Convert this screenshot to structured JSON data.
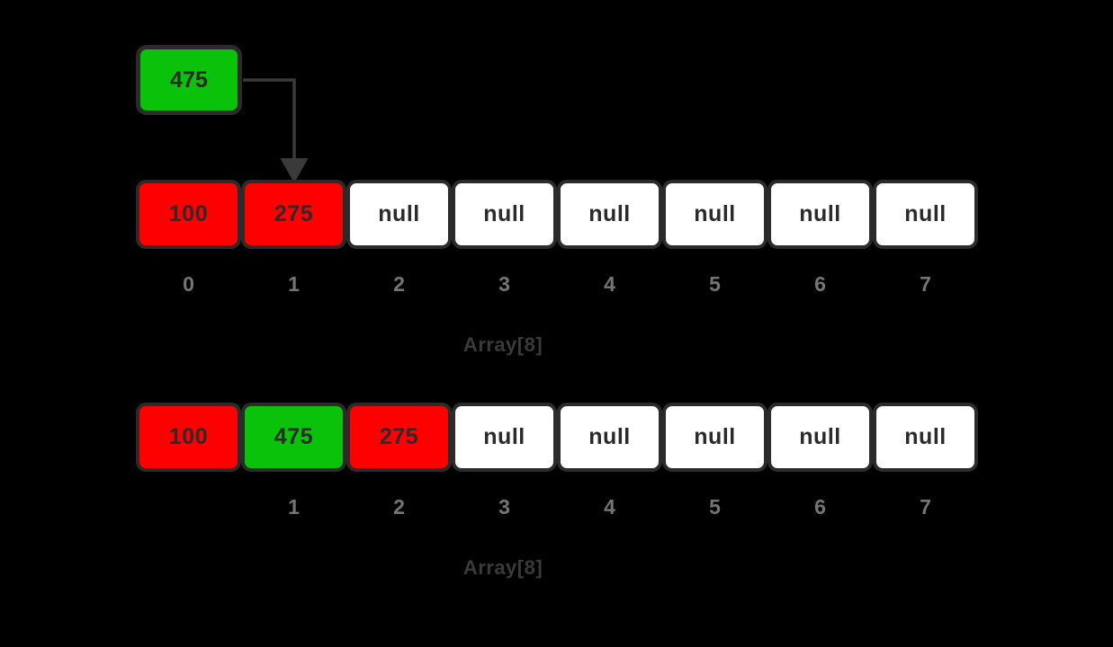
{
  "diagram": {
    "title": "Array insertion with shift",
    "background_color": "#000000",
    "colors": {
      "filled": "#ff0000",
      "inserted": "#0ac20a",
      "empty": "#ffffff",
      "border": "#2b2b2b",
      "index_label": "#757575",
      "caption": "#3a3a3a",
      "connector": "#3a3a3a"
    }
  },
  "source_node": {
    "label": "475",
    "color": "#0ac20a",
    "name": "insert-value-node"
  },
  "connector": {
    "name": "insertion-arrow",
    "from": "source-node",
    "to": "array-before-cell-1",
    "style": "elbow-arrow"
  },
  "arrays": [
    {
      "name": "array-before",
      "caption": "Array[8]",
      "capacity": 8,
      "cells": [
        {
          "value": "100",
          "state": "filled"
        },
        {
          "value": "275",
          "state": "filled"
        },
        {
          "value": "null",
          "state": "empty"
        },
        {
          "value": "null",
          "state": "empty"
        },
        {
          "value": "null",
          "state": "empty"
        },
        {
          "value": "null",
          "state": "empty"
        },
        {
          "value": "null",
          "state": "empty"
        },
        {
          "value": "null",
          "state": "empty"
        }
      ],
      "indices": [
        "0",
        "1",
        "2",
        "3",
        "4",
        "5",
        "6",
        "7"
      ]
    },
    {
      "name": "array-after",
      "caption": "Array[8]",
      "capacity": 8,
      "cells": [
        {
          "value": "100",
          "state": "filled"
        },
        {
          "value": "475",
          "state": "inserted"
        },
        {
          "value": "275",
          "state": "filled"
        },
        {
          "value": "null",
          "state": "empty"
        },
        {
          "value": "null",
          "state": "empty"
        },
        {
          "value": "null",
          "state": "empty"
        },
        {
          "value": "null",
          "state": "empty"
        },
        {
          "value": "null",
          "state": "empty"
        }
      ],
      "indices": [
        "",
        "1",
        "2",
        "3",
        "4",
        "5",
        "6",
        "7"
      ]
    }
  ]
}
